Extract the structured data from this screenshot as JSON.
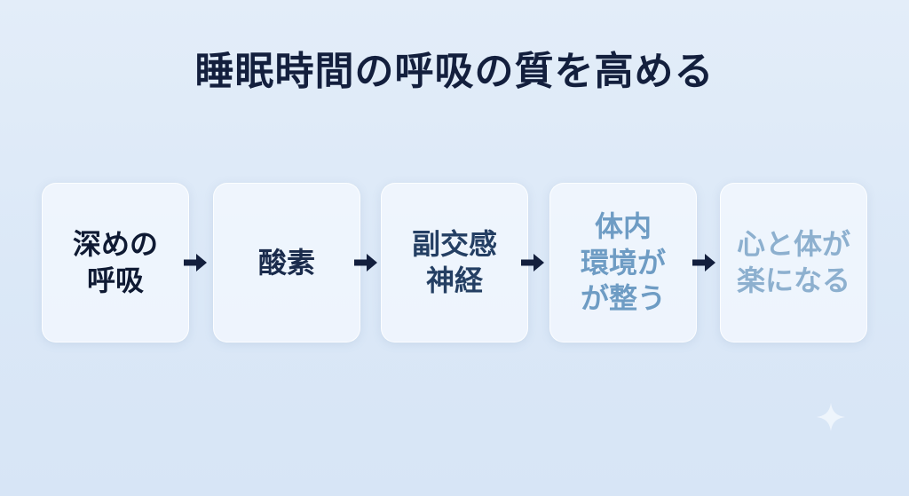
{
  "title": "睡眠時間の呼吸の質を高める",
  "steps": [
    {
      "label": "深めの\n呼吸",
      "color": "#0f1a33"
    },
    {
      "label": "酸素",
      "color": "#1a2b4c"
    },
    {
      "label": "副交感\n神経",
      "color": "#243f63"
    },
    {
      "label": "体内\n環境が\nが整う",
      "color": "#6e9cc4"
    },
    {
      "label": "心と体が\n楽になる",
      "color": "#8db0cf"
    }
  ],
  "colors": {
    "arrow": "#131f3d",
    "background": "#dfeaf8"
  },
  "icons": {
    "connector": "arrow-right-icon",
    "decoration": "sparkle-icon"
  }
}
